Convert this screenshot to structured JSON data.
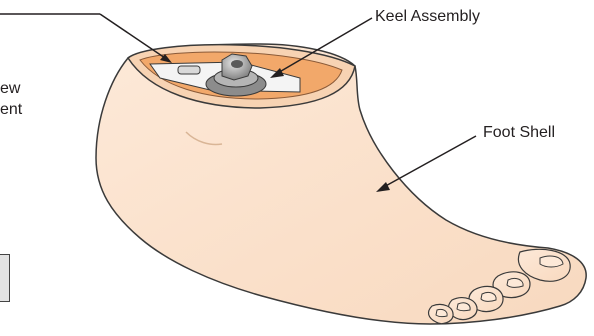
{
  "labels": {
    "keel_assembly": "Keel Assembly",
    "foot_shell": "Foot Shell",
    "partial_line_1": "ew",
    "partial_line_2": "ent"
  },
  "colors": {
    "skin": "#fbe3cf",
    "skin_edge": "#e9c3a3",
    "outline": "#3a3a3a",
    "socket_orange": "#f2a86a",
    "metal": "#9a9a9a",
    "metal_dark": "#6f6f6f",
    "text": "#231f20"
  }
}
